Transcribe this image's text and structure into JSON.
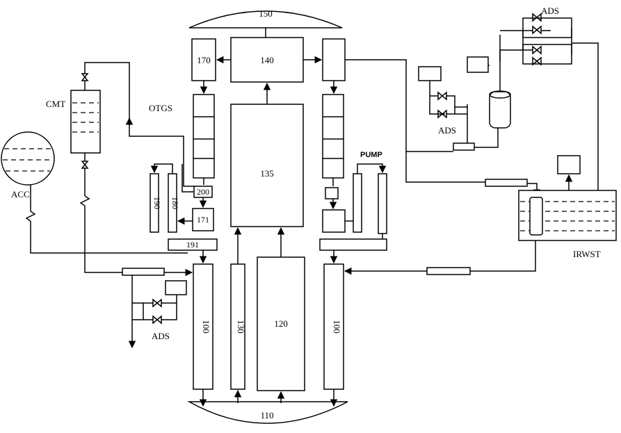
{
  "labels": {
    "top_plenum": "150",
    "bottom_plenum": "110",
    "upper_left_box": "170",
    "upper_center_box": "140",
    "core": "135",
    "lower_core": "120",
    "downcomer_left": "100",
    "downcomer_right": "100",
    "riser": "130",
    "pump_left_a": "190",
    "pump_left_b": "180",
    "connector_200": "200",
    "box_171": "171",
    "pipe_191": "191",
    "otgs": "OTGS",
    "cmt": "CMT",
    "acc": "ACC",
    "irwst": "IRWST",
    "pump": "PUMP",
    "ads_top": "ADS",
    "ads_mid": "ADS",
    "ads_left": "ADS"
  },
  "colors": {
    "line": "#000000",
    "background": "#ffffff"
  }
}
